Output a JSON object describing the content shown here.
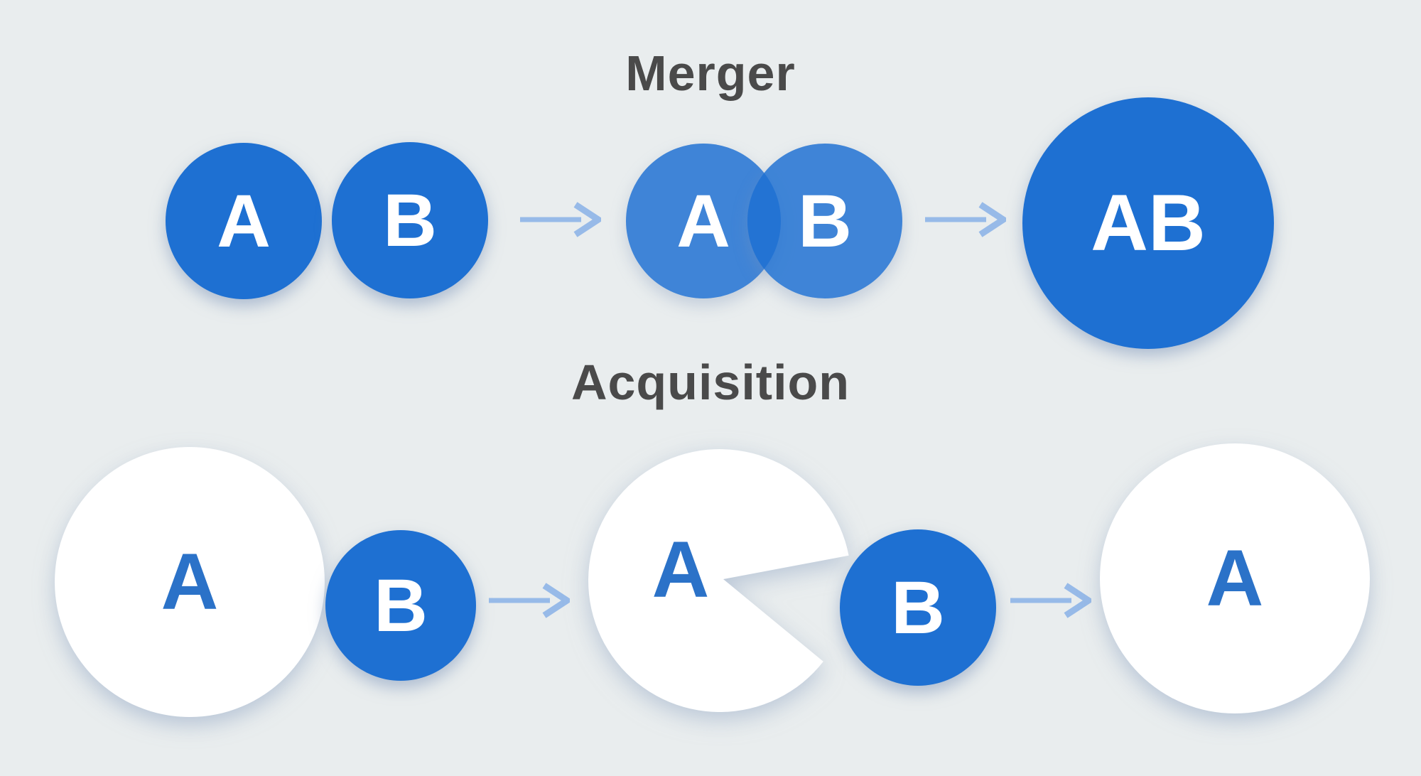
{
  "page": {
    "background": "#e9edee"
  },
  "colors": {
    "brand_blue": "#1e70d2",
    "overlap_blue": "rgba(30,112,210,0.84)",
    "letter_blue": "#2b72c8",
    "arrow_blue": "#97bae8",
    "heading_gray": "#4a4a4a",
    "circle_white": "#ffffff"
  },
  "merger": {
    "heading": "Merger",
    "step1": {
      "circle_a": "A",
      "circle_b": "B"
    },
    "step2": {
      "circle_a": "A",
      "circle_b": "B"
    },
    "step3": {
      "merged": "AB"
    }
  },
  "acquisition": {
    "heading": "Acquisition",
    "step1": {
      "company_a": "A",
      "company_b": "B"
    },
    "step2": {
      "acquirer": "A",
      "target": "B"
    },
    "step3": {
      "result": "A"
    }
  }
}
